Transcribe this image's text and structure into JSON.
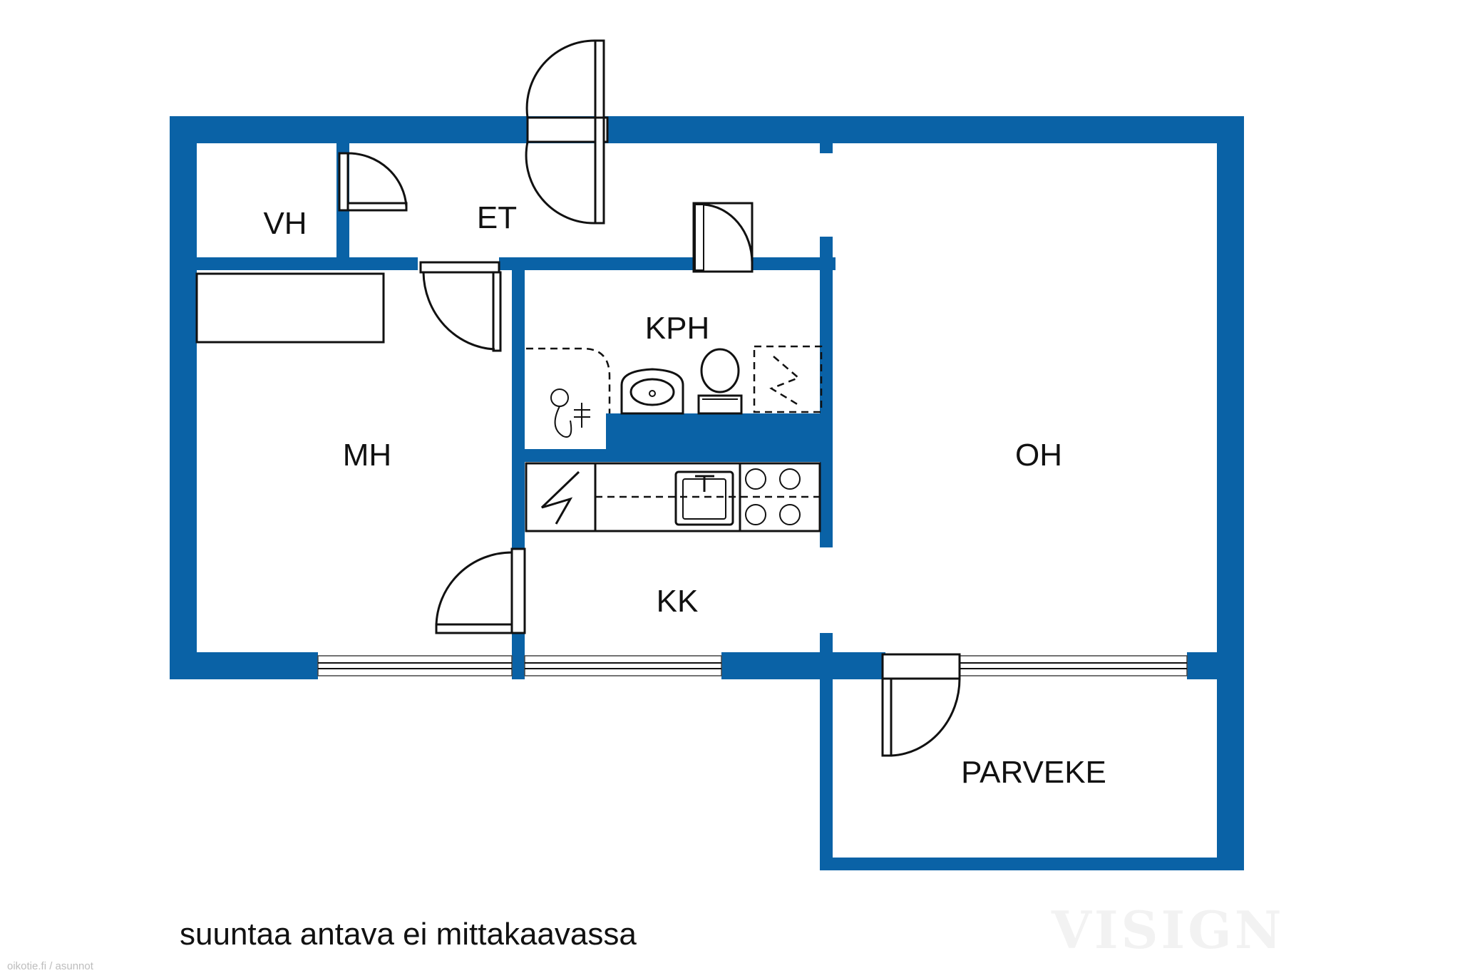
{
  "rooms": {
    "vh": "VH",
    "et": "ET",
    "kph": "KPH",
    "mh": "MH",
    "oh": "OH",
    "kk": "KK",
    "parveke": "PARVEKE"
  },
  "caption": "suuntaa antava ei mittakaavassa",
  "watermark": "VISIGN",
  "source": "oikotie.fi / asunnot",
  "colors": {
    "wall": "#0a62a6",
    "line": "#111111",
    "background": "#ffffff"
  }
}
